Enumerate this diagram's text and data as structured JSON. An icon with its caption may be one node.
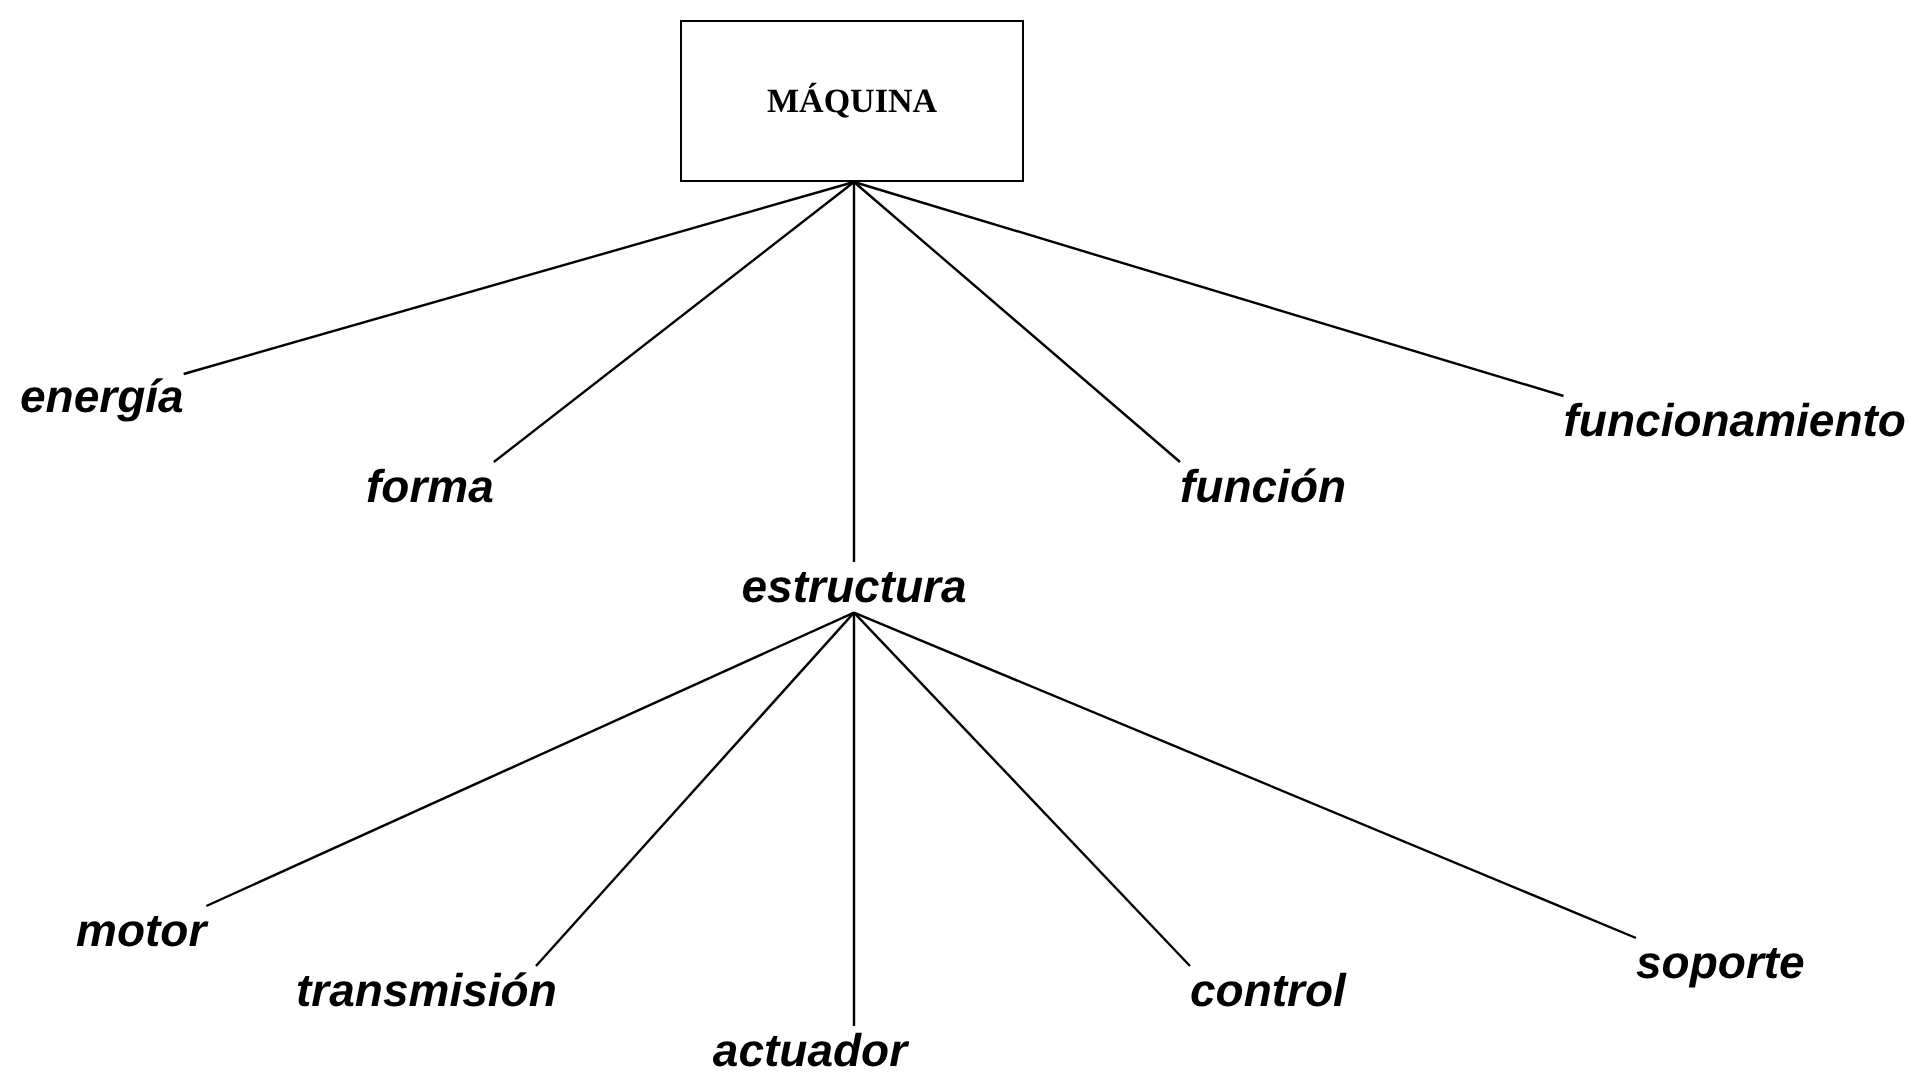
{
  "diagram": {
    "nodes": [
      {
        "text": [
          "MÁQUINA"
        ]
      },
      {
        "text": [
          "energía"
        ]
      },
      {
        "text": [
          "forma"
        ]
      },
      {
        "text": [
          "estructura"
        ]
      },
      {
        "text": [
          "función"
        ]
      },
      {
        "text": [
          "funcionamiento"
        ]
      },
      {
        "text": [
          "motor"
        ]
      },
      {
        "text": [
          "transmisión"
        ]
      },
      {
        "text": [
          "actuador"
        ]
      },
      {
        "text": [
          "control"
        ]
      },
      {
        "text": [
          "soporte"
        ]
      }
    ],
    "edges": [
      {
        "from": 0,
        "to": 1,
        "arrow": "none"
      },
      {
        "from": 0,
        "to": 2,
        "arrow": "none"
      },
      {
        "from": 0,
        "to": 3,
        "arrow": "none"
      },
      {
        "from": 0,
        "to": 4,
        "arrow": "none"
      },
      {
        "from": 0,
        "to": 5,
        "arrow": "none"
      },
      {
        "from": 3,
        "to": 6,
        "arrow": "none"
      },
      {
        "from": 3,
        "to": 7,
        "arrow": "none"
      },
      {
        "from": 3,
        "to": 8,
        "arrow": "none"
      },
      {
        "from": 3,
        "to": 9,
        "arrow": "none"
      },
      {
        "from": 3,
        "to": 10,
        "arrow": "none"
      }
    ]
  }
}
